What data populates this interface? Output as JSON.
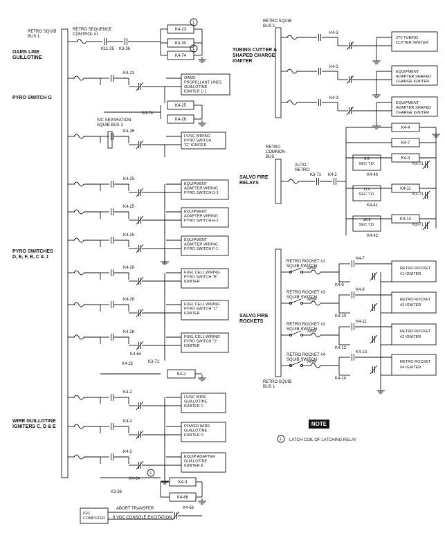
{
  "sections": {
    "retro_squib_bus_1": [
      "RETRO SQUIB",
      "BUS 1"
    ],
    "oams": [
      "OAMS LINE",
      "GUILLOTINE"
    ],
    "pyro_g": "PYRO SWITCH G",
    "pyro_switches": [
      "PYRO SWITCHES",
      "D, E, F, B, C & J"
    ],
    "wire_guillotine": [
      "WIRE GUILLOTINE",
      "IGNITERS C, D & E"
    ],
    "tubing": [
      "TUBING CUTTER &",
      "SHAPED CHARGE",
      "IGNITER"
    ],
    "salvo_relays": [
      "SALVO FIRE",
      "RELAYS"
    ],
    "salvo_rockets": [
      "SALVO FIRE",
      "ROCKETS"
    ],
    "retro_squib_bus_top_right": [
      "RETRO SQUIB",
      "BUS 1"
    ],
    "retro_common_bus": [
      "RETRO",
      "COMMON",
      "BUS"
    ],
    "retro_squib_bus_bottom_right": [
      "RETRO SQUIB",
      "BUS 1"
    ],
    "retro_seq": [
      "RETRO SEQUENCE",
      "CONTROL #1"
    ],
    "sc_separation": [
      "S/C SEPARATION",
      "SQUIB BUS 1"
    ],
    "auto_retro": [
      "AUTO",
      "RETRO"
    ]
  },
  "igniters_left": [
    [
      "OAMS",
      "PROPELLANT LINES",
      "GUILLOTINE",
      "IGNITER 1-1"
    ],
    [
      "LV/SC WIRING",
      "PYRO SWITCH",
      "\"G\" IGNITER"
    ],
    [
      "EQUIPMENT",
      "ADAPTER WIRING",
      "PYRO SWITCH D-1"
    ],
    [
      "EQUIPMENT",
      "ADAPTER WIRING",
      "PYRO SWITCH E-1"
    ],
    [
      "EQUIPMENT",
      "ADAPTER WIRING",
      "PYRO SWITCH F-1"
    ],
    [
      "FUEL CELL WIRING",
      "PYRO SWITCH \"B\"",
      "IGNITER"
    ],
    [
      "FUEL CELL WIRING",
      "PYRO SWITCH \"C\"",
      "IGNITER"
    ],
    [
      "FUEL CELL WIRING",
      "PYRO SWITCH \"J\"",
      "IGNITER"
    ],
    [
      "LV/SC WIRE",
      "GUILLOTINE",
      "IGNITER C"
    ],
    [
      "POWER WIRE",
      "GUILLOTINE",
      "IGNITER D"
    ],
    [
      "EQUIP ADAPTER",
      "GUILLOTINE",
      "IGNITER E"
    ]
  ],
  "igniters_right": [
    [
      "Z70 TUBING",
      "CUTTER IGNITER"
    ],
    [
      "EQUIPMENT",
      "ADAPTER SHAPED",
      "CHARGE IGNITER"
    ],
    [
      "EQUIPMENT",
      "ADAPTER SHAPED",
      "CHARGE IGNITER"
    ]
  ],
  "rocket_igniters": [
    [
      "RETRO ROCKET",
      "#1 IGNITER"
    ],
    [
      "RETRO ROCKET",
      "#3 IGNITER"
    ],
    [
      "RETRO ROCKET",
      "#2 IGNITER"
    ],
    [
      "RETRO ROCKET",
      "#4 IGNITER"
    ]
  ],
  "rocket_switches": [
    [
      "RETRO ROCKET #1",
      "SQUIB SWITCH"
    ],
    [
      "RETRO ROCKET #3",
      "SQUIB SWITCH"
    ],
    [
      "RETRO ROCKET #2",
      "SQUIB SWITCH"
    ],
    [
      "RETRO ROCKET #4",
      "SQUIB SWITCH"
    ]
  ],
  "arm": "ARM",
  "relays_top": [
    "K4-23",
    "K4-30",
    "K4-74"
  ],
  "relays_g": [
    "K4-25",
    "K4-26"
  ],
  "relays_j": [
    "K4-2"
  ],
  "relays_bottom": [
    "K4-3",
    "K4-66"
  ],
  "relays_salvo": [
    "K4-4",
    "K4-7",
    "K4-9",
    "K4-11",
    "K4-13"
  ],
  "time_delays": [
    [
      "5.5",
      "SEC T.D."
    ],
    [
      "11.0",
      "SEC T.D."
    ],
    [
      "16.5",
      "SEC T.D."
    ]
  ],
  "td_relays": [
    "K4-40",
    "K4-41",
    "K4-42"
  ],
  "k371": "K3-71",
  "k3_labels": [
    "K11-25",
    "K3-36"
  ],
  "k4_contacts": [
    "K4-23",
    "K4-74",
    "K4-26",
    "K4-30",
    "K4-25",
    "K4-26",
    "K4-64",
    "K4-2",
    "K4-64",
    "K4-66"
  ],
  "k43": "K4-3",
  "k42": "K4-2",
  "rocket_contacts": [
    "K4-7",
    "K4-8",
    "K4-9",
    "K4-10",
    "K4-11",
    "K4-12",
    "K4-13",
    "K4-14"
  ],
  "igs": [
    "IGS",
    "COMPUTER"
  ],
  "abort_transfer": "ABORT TRANSFER",
  "excitation": "8 VDC CONSOLE EXCITATION",
  "note": {
    "badge": "NOTE",
    "symbol": "L",
    "text": "LATCH COIL OF LATCHING RELAY"
  }
}
